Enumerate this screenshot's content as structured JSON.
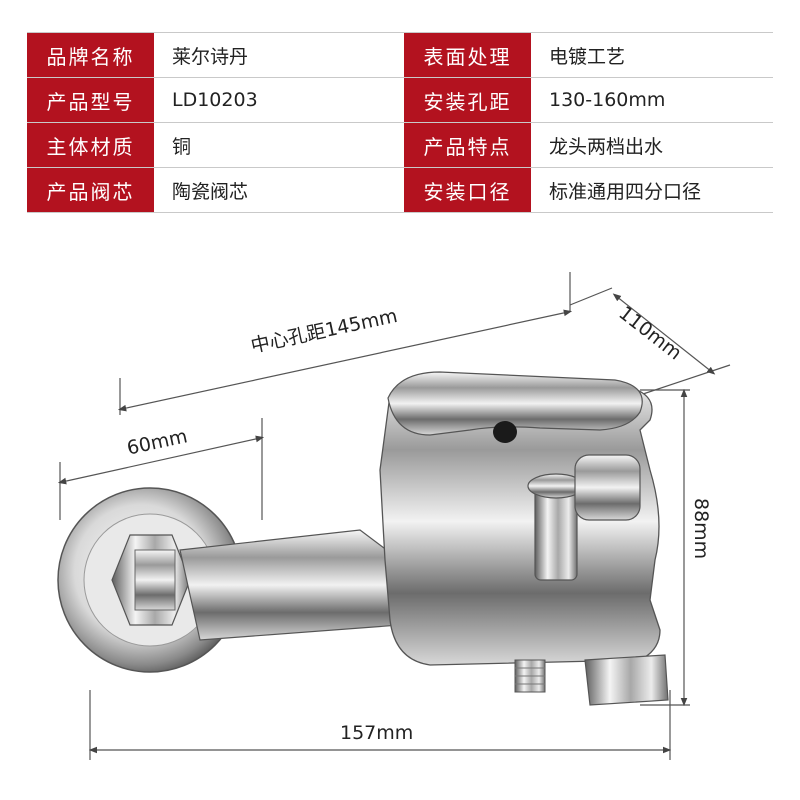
{
  "specs": [
    {
      "label1": "品牌名称",
      "value1": "莱尔诗丹",
      "label2": "表面处理",
      "value2": "电镀工艺"
    },
    {
      "label1": "产品型号",
      "value1": "LD10203",
      "label2": "安装孔距",
      "value2": "130-160mm"
    },
    {
      "label1": "主体材质",
      "value1": "铜",
      "label2": "产品特点",
      "value2": "龙头两档出水"
    },
    {
      "label1": "产品阀芯",
      "value1": "陶瓷阀芯",
      "label2": "安装口径",
      "value2": "标准通用四分口径"
    }
  ],
  "dimensions": {
    "center_distance": "中心孔距145mm",
    "depth": "110mm",
    "flange": "60mm",
    "height": "88mm",
    "width": "157mm"
  },
  "colors": {
    "label_bg": "#b3121f",
    "label_text": "#ffffff"
  }
}
